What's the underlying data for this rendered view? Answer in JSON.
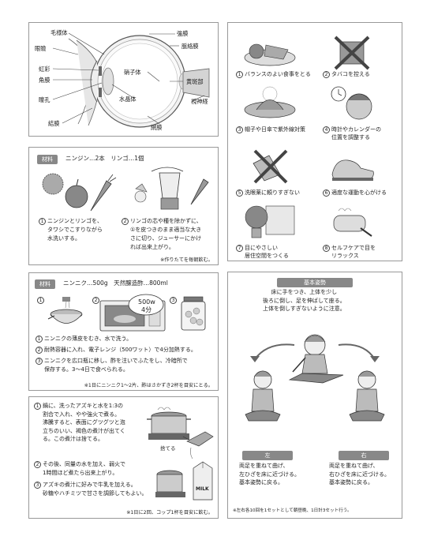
{
  "eye": {
    "labels": {
      "ciliary": "毛様体",
      "eyelid": "眼瞼",
      "iris": "虹彩",
      "cornea": "角膜",
      "pupil": "瞳孔",
      "conjunctiva": "結膜",
      "vitreous": "硝子体",
      "lens": "水晶体",
      "sclera": "強膜",
      "choroid": "脈絡膜",
      "macula": "黄斑部",
      "optic": "視神経",
      "retina": "網膜"
    }
  },
  "carrot": {
    "tag": "材料",
    "ingredients": "ニンジン…2本　リンゴ…1個",
    "step1": [
      "ニンジンとリンゴを、",
      "タワシでこすりながら",
      "水洗いする。"
    ],
    "step2": [
      "リンゴの芯や種を除かずに、",
      "①を皮つきのまま適当な大き",
      "さに切り、ジューサーにかけ",
      "れば出来上がり。"
    ],
    "note": "※作りたてを毎朝飲む。"
  },
  "garlic": {
    "tag": "材料",
    "ingredients": "ニンニク…500g　天然醸造酢…800ml",
    "microwave": "500w",
    "minutes": "4分",
    "steps": [
      "ニンニクの薄皮をむき、水で洗う。",
      "耐熱容器に入れ、電子レンジ（500ワット）で4分加熱する。",
      "ニンニクを広口瓶に移し、酢を注いでふたをし、冷暗所で",
      "保存する。3〜4日で食べられる。"
    ],
    "note": "※1日にニンニク1〜2片、酢はさかずき2杯を目安にとる。"
  },
  "azuki": {
    "step1": [
      "鍋に、洗ったアズキと水を1:3の",
      "割合で入れ、やや強火で煮る。",
      "沸騰すると、表面にグツグツと泡",
      "立ちのいい、褐色の煮汁が出てく",
      "る。この煮汁は捨てる。"
    ],
    "discard": "捨てる",
    "step2": [
      "その後、同量の水を加え、弱火で",
      "1時間ほど煮たら出来上がり。"
    ],
    "step3": [
      "アズキの煮汁に好みで牛乳を加える。",
      "砂糖やハチミツで甘さを調節してもよい。"
    ],
    "milk": "MILK",
    "note": "※1日に2回、コップ1杯を目安に飲む。"
  },
  "tips": [
    [
      "バランスのよい食事をとる"
    ],
    [
      "タバコを控える"
    ],
    [
      "帽子や日傘で紫外線対策"
    ],
    [
      "時計やカレンダーの",
      "位置を調整する"
    ],
    [
      "洗眼薬に頼りすぎない"
    ],
    [
      "適度な運動を心がける"
    ],
    [
      "目にやさしい",
      "居住空間をつくる"
    ],
    [
      "セルフケアで目を",
      "リラックス"
    ]
  ],
  "exercise": {
    "title": "基本姿勢",
    "desc": [
      "床に手をつき、上体を少し",
      "後ろに倒し、足を伸ばして座る。",
      "上体を倒しすぎないように注意。"
    ],
    "left_tag": "左",
    "right_tag": "右",
    "left": [
      "両足を重ねて曲げ、",
      "左ひざを床に近づける。",
      "基本姿勢に戻る。"
    ],
    "right": [
      "両足を重ねて曲げ、",
      "右ひざを床に近づける。",
      "基本姿勢に戻る。"
    ],
    "note": "※左右各10回を1セットとして朝昼晩、1日計3セット行う。"
  }
}
